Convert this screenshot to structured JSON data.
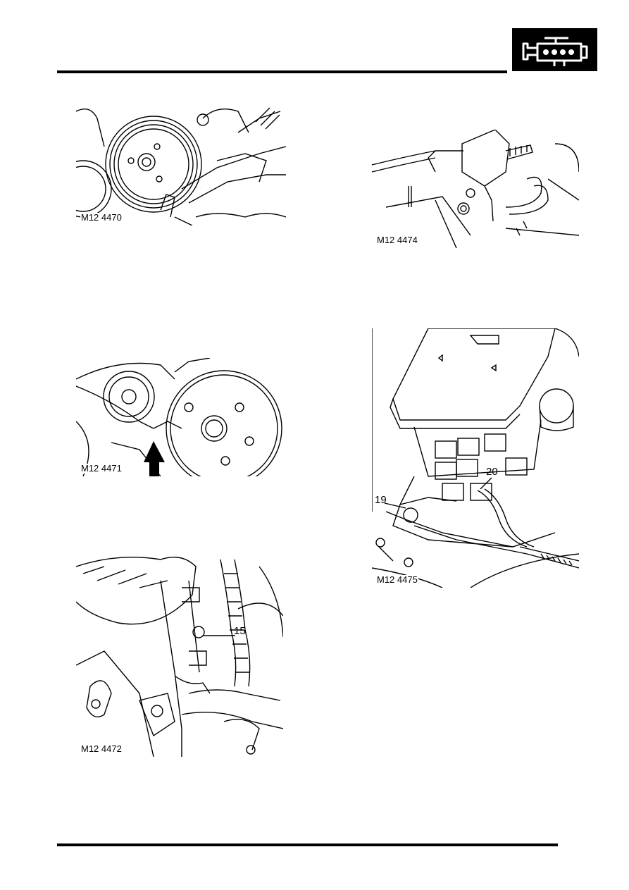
{
  "section_icon": "engine-icon",
  "figures": {
    "fig1": {
      "code": "M12 4470"
    },
    "fig2": {
      "code": "M12 4471"
    },
    "fig3": {
      "code": "M12 4472",
      "callouts": [
        "15"
      ]
    },
    "fig4": {
      "code": "M12 4474"
    },
    "fig5": {
      "code": "M12 4475",
      "callouts": [
        "19",
        "20"
      ]
    }
  }
}
